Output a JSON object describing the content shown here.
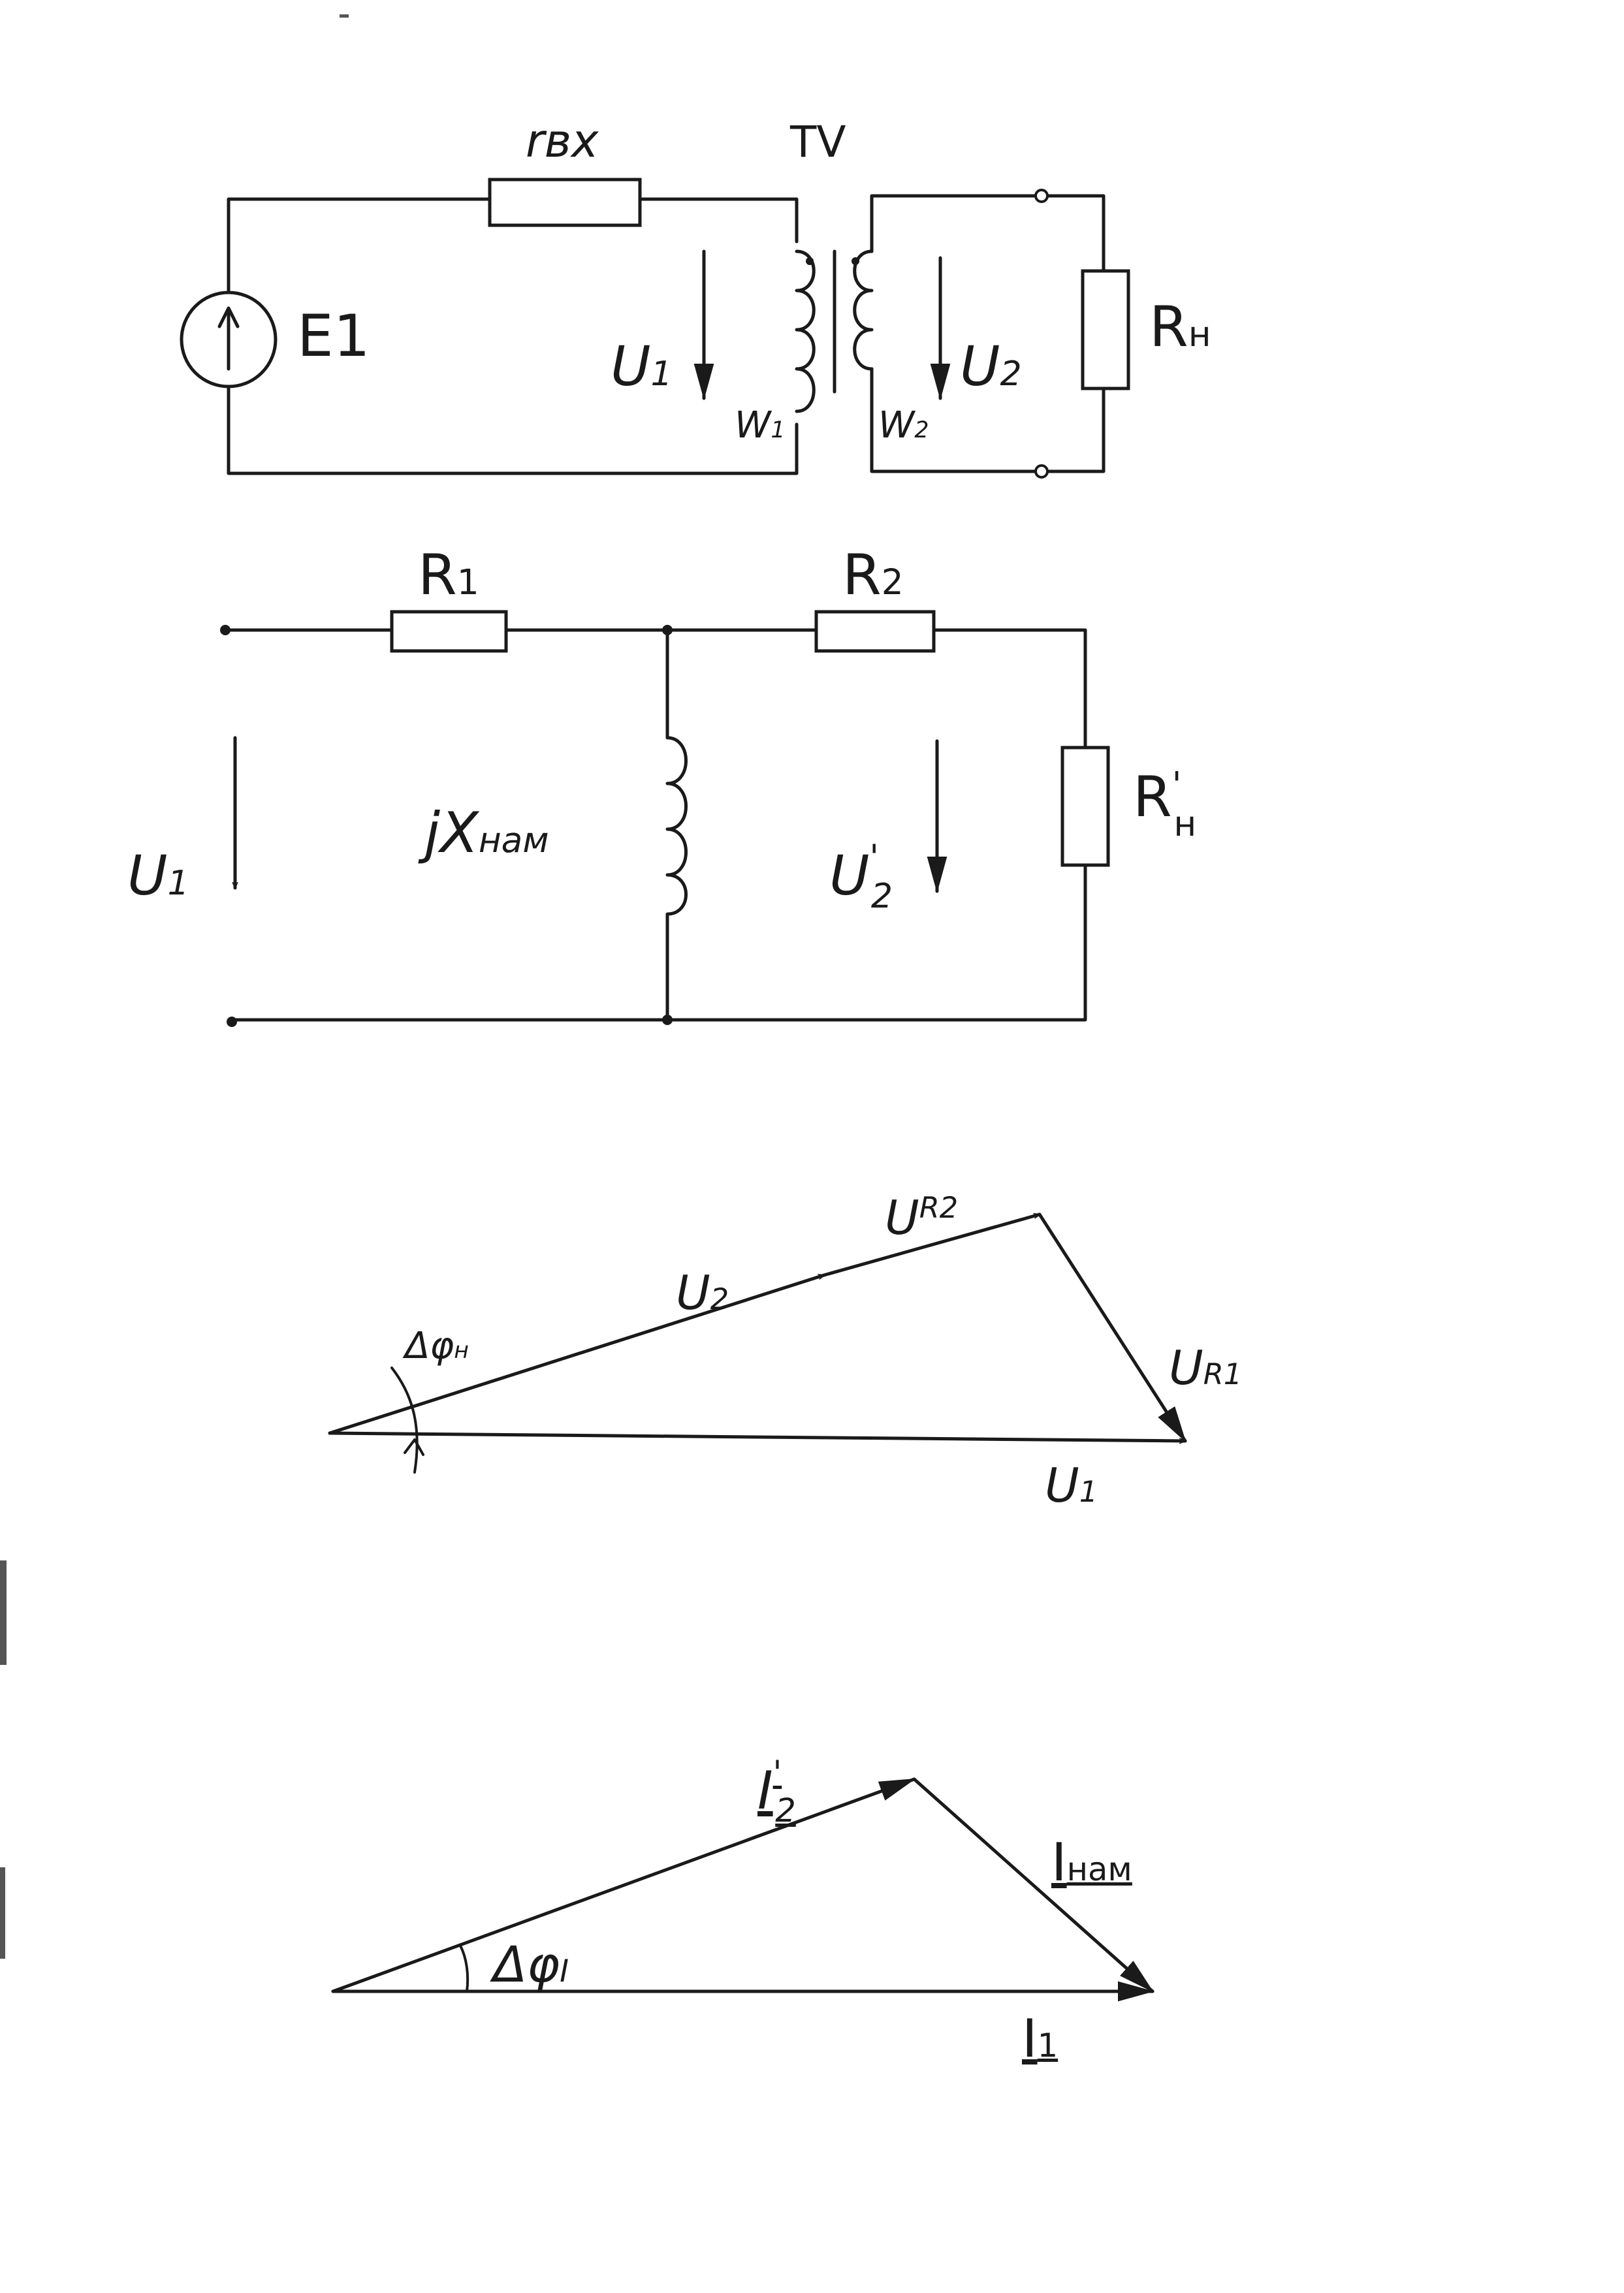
{
  "circuit1": {
    "resistor_in": "rвх",
    "transformer": "TV",
    "source": "E1",
    "u1": {
      "base": "U",
      "sub": "1"
    },
    "u2": {
      "base": "U",
      "sub": "2"
    },
    "w1": {
      "base": "W",
      "sub": "1"
    },
    "w2": {
      "base": "W",
      "sub": "2"
    },
    "load": {
      "base": "R",
      "sub": "н"
    }
  },
  "circuit2": {
    "r1": {
      "base": "R",
      "sub": "1"
    },
    "r2": {
      "base": "R",
      "sub": "2"
    },
    "xmag": {
      "base": "jX",
      "sub": "нам"
    },
    "u1": {
      "base": "U",
      "sub": "1"
    },
    "u2": {
      "base": "U",
      "sup": "'",
      "sub": "2"
    },
    "load": {
      "base": "R",
      "sup": "'",
      "sub": "н"
    }
  },
  "voltage_diagram": {
    "angle": {
      "base": "Δφ",
      "sub": "н"
    },
    "u2": {
      "base": "U",
      "sub": "2"
    },
    "ur2": {
      "base": "U",
      "sub": "R2"
    },
    "ur1": {
      "base": "U",
      "sub": "R1"
    },
    "u1": {
      "base": "U",
      "sub": "1"
    }
  },
  "current_diagram": {
    "i2": {
      "base": "I",
      "sup": "'",
      "sub": "2"
    },
    "imag": {
      "base": "I",
      "sub": "нам"
    },
    "angle": {
      "base": "Δφ",
      "sub": "I"
    },
    "i1": {
      "base": "I",
      "sub": "1"
    }
  }
}
